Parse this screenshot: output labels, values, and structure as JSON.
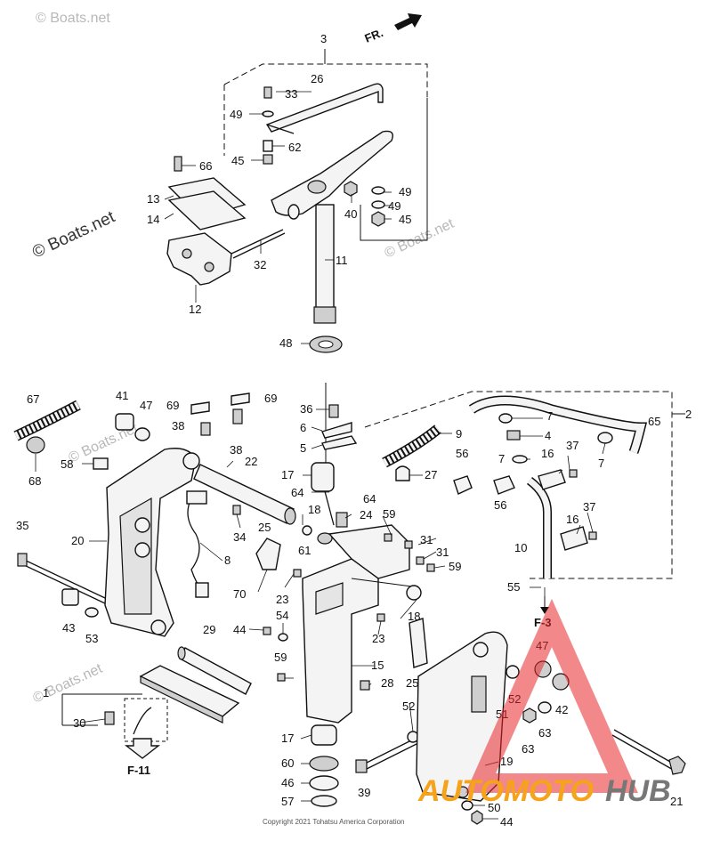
{
  "direction_label": "FR.",
  "watermarks": [
    "© Boats.net",
    "© Boats.net",
    "© Boats.net",
    "© Boats.net",
    "© Boats.net"
  ],
  "ref_labels": [
    "F-3",
    "F-11"
  ],
  "copyright": "Copyright 2021 Tohatsu America Corporation",
  "brand": {
    "part1": "AUTOMOTO",
    "part2": "HUB",
    "accent_color": "#e8262a",
    "secondary_color": "#f6a21a"
  },
  "callouts": [
    "3",
    "26",
    "33",
    "49",
    "62",
    "45",
    "66",
    "13",
    "14",
    "32",
    "12",
    "40",
    "49",
    "49",
    "45",
    "11",
    "48",
    "67",
    "41",
    "47",
    "69",
    "69",
    "38",
    "38",
    "36",
    "6",
    "5",
    "17",
    "64",
    "64",
    "24",
    "18",
    "61",
    "22",
    "58",
    "68",
    "35",
    "20",
    "34",
    "8",
    "25",
    "70",
    "23",
    "59",
    "31",
    "31",
    "59",
    "54",
    "44",
    "18",
    "23",
    "59",
    "15",
    "28",
    "25",
    "43",
    "53",
    "29",
    "1",
    "30",
    "17",
    "60",
    "46",
    "57",
    "39",
    "52",
    "19",
    "50",
    "44",
    "21",
    "47",
    "42",
    "63",
    "63",
    "52",
    "51",
    "2",
    "65",
    "7",
    "4",
    "9",
    "27",
    "56",
    "7",
    "16",
    "37",
    "7",
    "56",
    "16",
    "37",
    "10",
    "55"
  ]
}
